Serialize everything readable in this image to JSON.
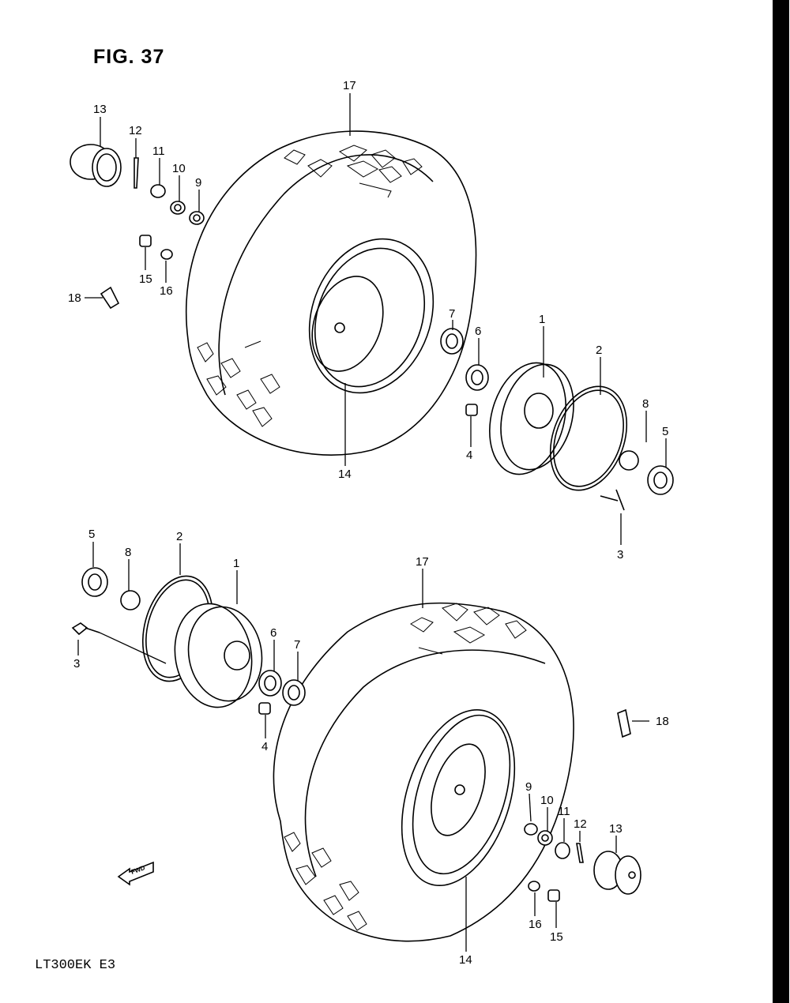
{
  "figure": {
    "title": "FIG. 37",
    "model_code": "LT300EK  E3",
    "fwd_badge": "FWD"
  },
  "callouts": {
    "upper": [
      {
        "id": "17",
        "name": "callout-17-upper"
      },
      {
        "id": "13",
        "name": "callout-13-upper"
      },
      {
        "id": "12",
        "name": "callout-12-upper"
      },
      {
        "id": "11",
        "name": "callout-11-upper"
      },
      {
        "id": "10",
        "name": "callout-10-upper"
      },
      {
        "id": "9",
        "name": "callout-9-upper"
      },
      {
        "id": "15",
        "name": "callout-15-upper"
      },
      {
        "id": "16",
        "name": "callout-16-upper"
      },
      {
        "id": "18",
        "name": "callout-18-upper"
      },
      {
        "id": "7",
        "name": "callout-7-upper"
      },
      {
        "id": "6",
        "name": "callout-6-upper"
      },
      {
        "id": "1",
        "name": "callout-1-upper"
      },
      {
        "id": "2",
        "name": "callout-2-upper"
      },
      {
        "id": "8",
        "name": "callout-8-upper"
      },
      {
        "id": "5",
        "name": "callout-5-upper"
      },
      {
        "id": "4",
        "name": "callout-4-upper"
      },
      {
        "id": "14",
        "name": "callout-14-upper"
      },
      {
        "id": "3",
        "name": "callout-3-upper"
      }
    ],
    "lower": [
      {
        "id": "5",
        "name": "callout-5-lower"
      },
      {
        "id": "8",
        "name": "callout-8-lower"
      },
      {
        "id": "2",
        "name": "callout-2-lower"
      },
      {
        "id": "1",
        "name": "callout-1-lower"
      },
      {
        "id": "17",
        "name": "callout-17-lower"
      },
      {
        "id": "3",
        "name": "callout-3-lower"
      },
      {
        "id": "6",
        "name": "callout-6-lower"
      },
      {
        "id": "7",
        "name": "callout-7-lower"
      },
      {
        "id": "4",
        "name": "callout-4-lower"
      },
      {
        "id": "18",
        "name": "callout-18-lower"
      },
      {
        "id": "9",
        "name": "callout-9-lower"
      },
      {
        "id": "10",
        "name": "callout-10-lower"
      },
      {
        "id": "11",
        "name": "callout-11-lower"
      },
      {
        "id": "12",
        "name": "callout-12-lower"
      },
      {
        "id": "13",
        "name": "callout-13-lower"
      },
      {
        "id": "16",
        "name": "callout-16-lower"
      },
      {
        "id": "15",
        "name": "callout-15-lower"
      },
      {
        "id": "14",
        "name": "callout-14-lower"
      }
    ]
  }
}
